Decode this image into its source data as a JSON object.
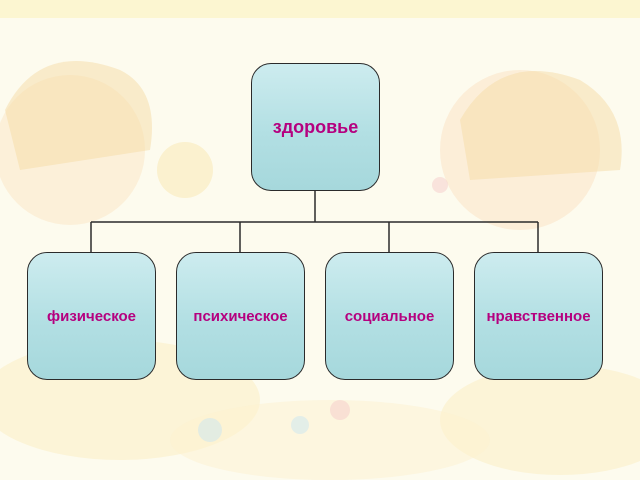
{
  "diagram": {
    "root": {
      "label": "здоровье"
    },
    "children": [
      {
        "label": "физическое"
      },
      {
        "label": "психическое"
      },
      {
        "label": "социальное"
      },
      {
        "label": "нравственное"
      }
    ]
  },
  "colors": {
    "node_fill": "#b2dfe3",
    "node_border": "#2b2b2b",
    "label_text": "#b5007f",
    "background": "#fdfbee"
  }
}
